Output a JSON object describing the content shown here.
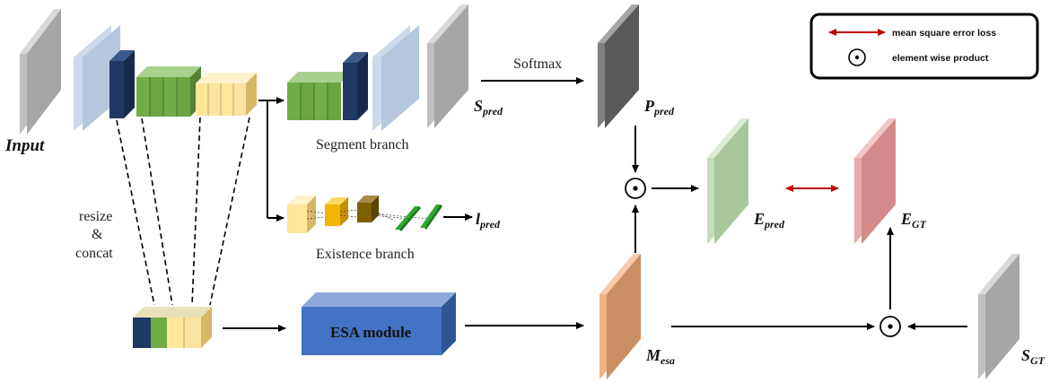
{
  "labels": {
    "input": "Input",
    "softmax": "Softmax",
    "segment_branch": "Segment branch",
    "existence_branch": "Existence branch",
    "resize_line1": "resize",
    "resize_line2": "&",
    "resize_line3": "concat",
    "esa_module": "ESA module"
  },
  "symbols": {
    "s_pred": {
      "main": "S",
      "sub": "pred"
    },
    "p_pred": {
      "main": "P",
      "sub": "pred"
    },
    "l_pred": {
      "main": "l",
      "sub": "pred"
    },
    "e_pred": {
      "main": "E",
      "sub": "pred"
    },
    "e_gt": {
      "main": "E",
      "sub": "GT"
    },
    "m_esa": {
      "main": "M",
      "sub": "esa"
    },
    "s_gt": {
      "main": "S",
      "sub": "GT"
    }
  },
  "legend": {
    "mse": "mean square error loss",
    "product": "element wise product"
  },
  "colors": {
    "gray": "#bdbdbd",
    "light_blue": "#c9d6e6",
    "navy": "#1f3b6b",
    "green": "#70ad47",
    "yellow": "#ffe699",
    "dark_gray": "#7f7f7f",
    "light_green": "#a9c79a",
    "pink": "#d48a8a",
    "orange": "#e6a479",
    "esa_blue": "#4472c4",
    "mse_arrow": "#c00000"
  }
}
